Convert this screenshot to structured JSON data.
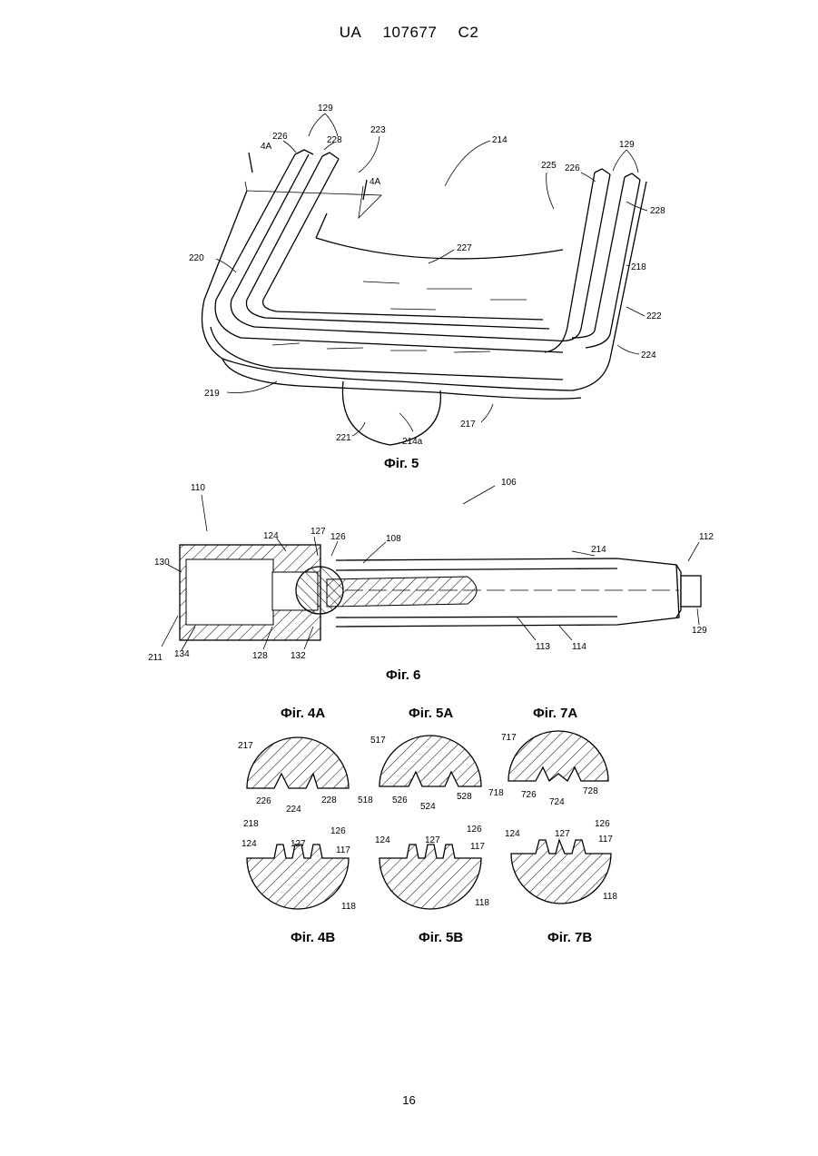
{
  "header": {
    "country": "UA",
    "number": "107677",
    "kind": "C2"
  },
  "captions": {
    "fig5": "Фіг. 5",
    "fig6": "Фіг. 6",
    "fig4a": "Фіг. 4А",
    "fig5a": "Фіг. 5А",
    "fig7a": "Фіг. 7А",
    "fig4b": "Фіг. 4В",
    "fig5b": "Фіг. 5В",
    "fig7b": "Фіг. 7В"
  },
  "fig5_labels": [
    "129",
    "226",
    "228",
    "223",
    "4A",
    "4A",
    "214",
    "225",
    "226",
    "129",
    "228",
    "220",
    "227",
    "218",
    "222",
    "224",
    "219",
    "221",
    "214a",
    "217"
  ],
  "fig6_labels": [
    "110",
    "106",
    "124",
    "127",
    "126",
    "108",
    "214",
    "112",
    "130",
    "129",
    "211",
    "134",
    "128",
    "132",
    "113",
    "114"
  ],
  "fig4a_labels": [
    "217",
    "226",
    "224",
    "228",
    "218"
  ],
  "fig5a_labels": [
    "517",
    "518",
    "526",
    "524",
    "528"
  ],
  "fig7a_labels": [
    "717",
    "718",
    "726",
    "724",
    "728"
  ],
  "fig4b_labels": [
    "124",
    "127",
    "126",
    "117",
    "118"
  ],
  "fig5b_labels": [
    "124",
    "127",
    "126",
    "117",
    "118"
  ],
  "fig7b_labels": [
    "124",
    "127",
    "126",
    "117",
    "118"
  ],
  "page_number": "16"
}
